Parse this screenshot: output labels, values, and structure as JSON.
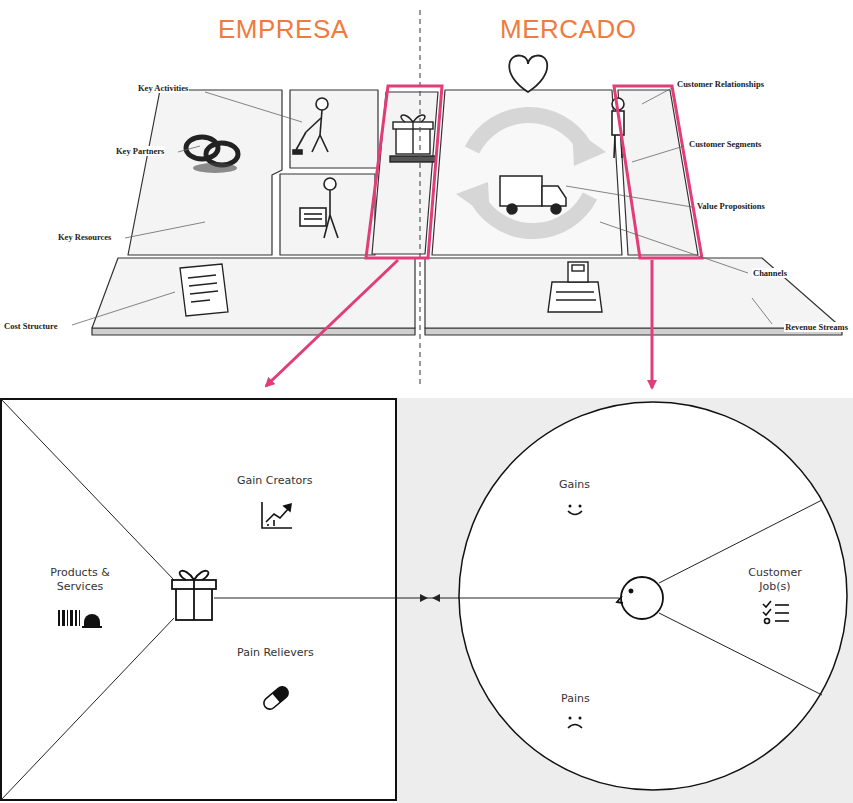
{
  "diagram": {
    "nodes": [
      {
        "text": [
          "Gain Creators",
          "Products & Services",
          "Pain Relievers"
        ]
      },
      {
        "text": [
          "Gains",
          "Customer Job(s)",
          "Pains"
        ]
      }
    ],
    "edges": [
      {
        "from": 0,
        "to": 1,
        "arrow": "none"
      }
    ],
    "labels": [
      "EMPRESA",
      "MERCADO",
      "Key Activities",
      "Key Partners",
      "Key Resources",
      "Cost Structure",
      "Customer Relationships",
      "Customer Segments",
      "Value Propositions",
      "Channels",
      "Revenue Streams"
    ]
  }
}
